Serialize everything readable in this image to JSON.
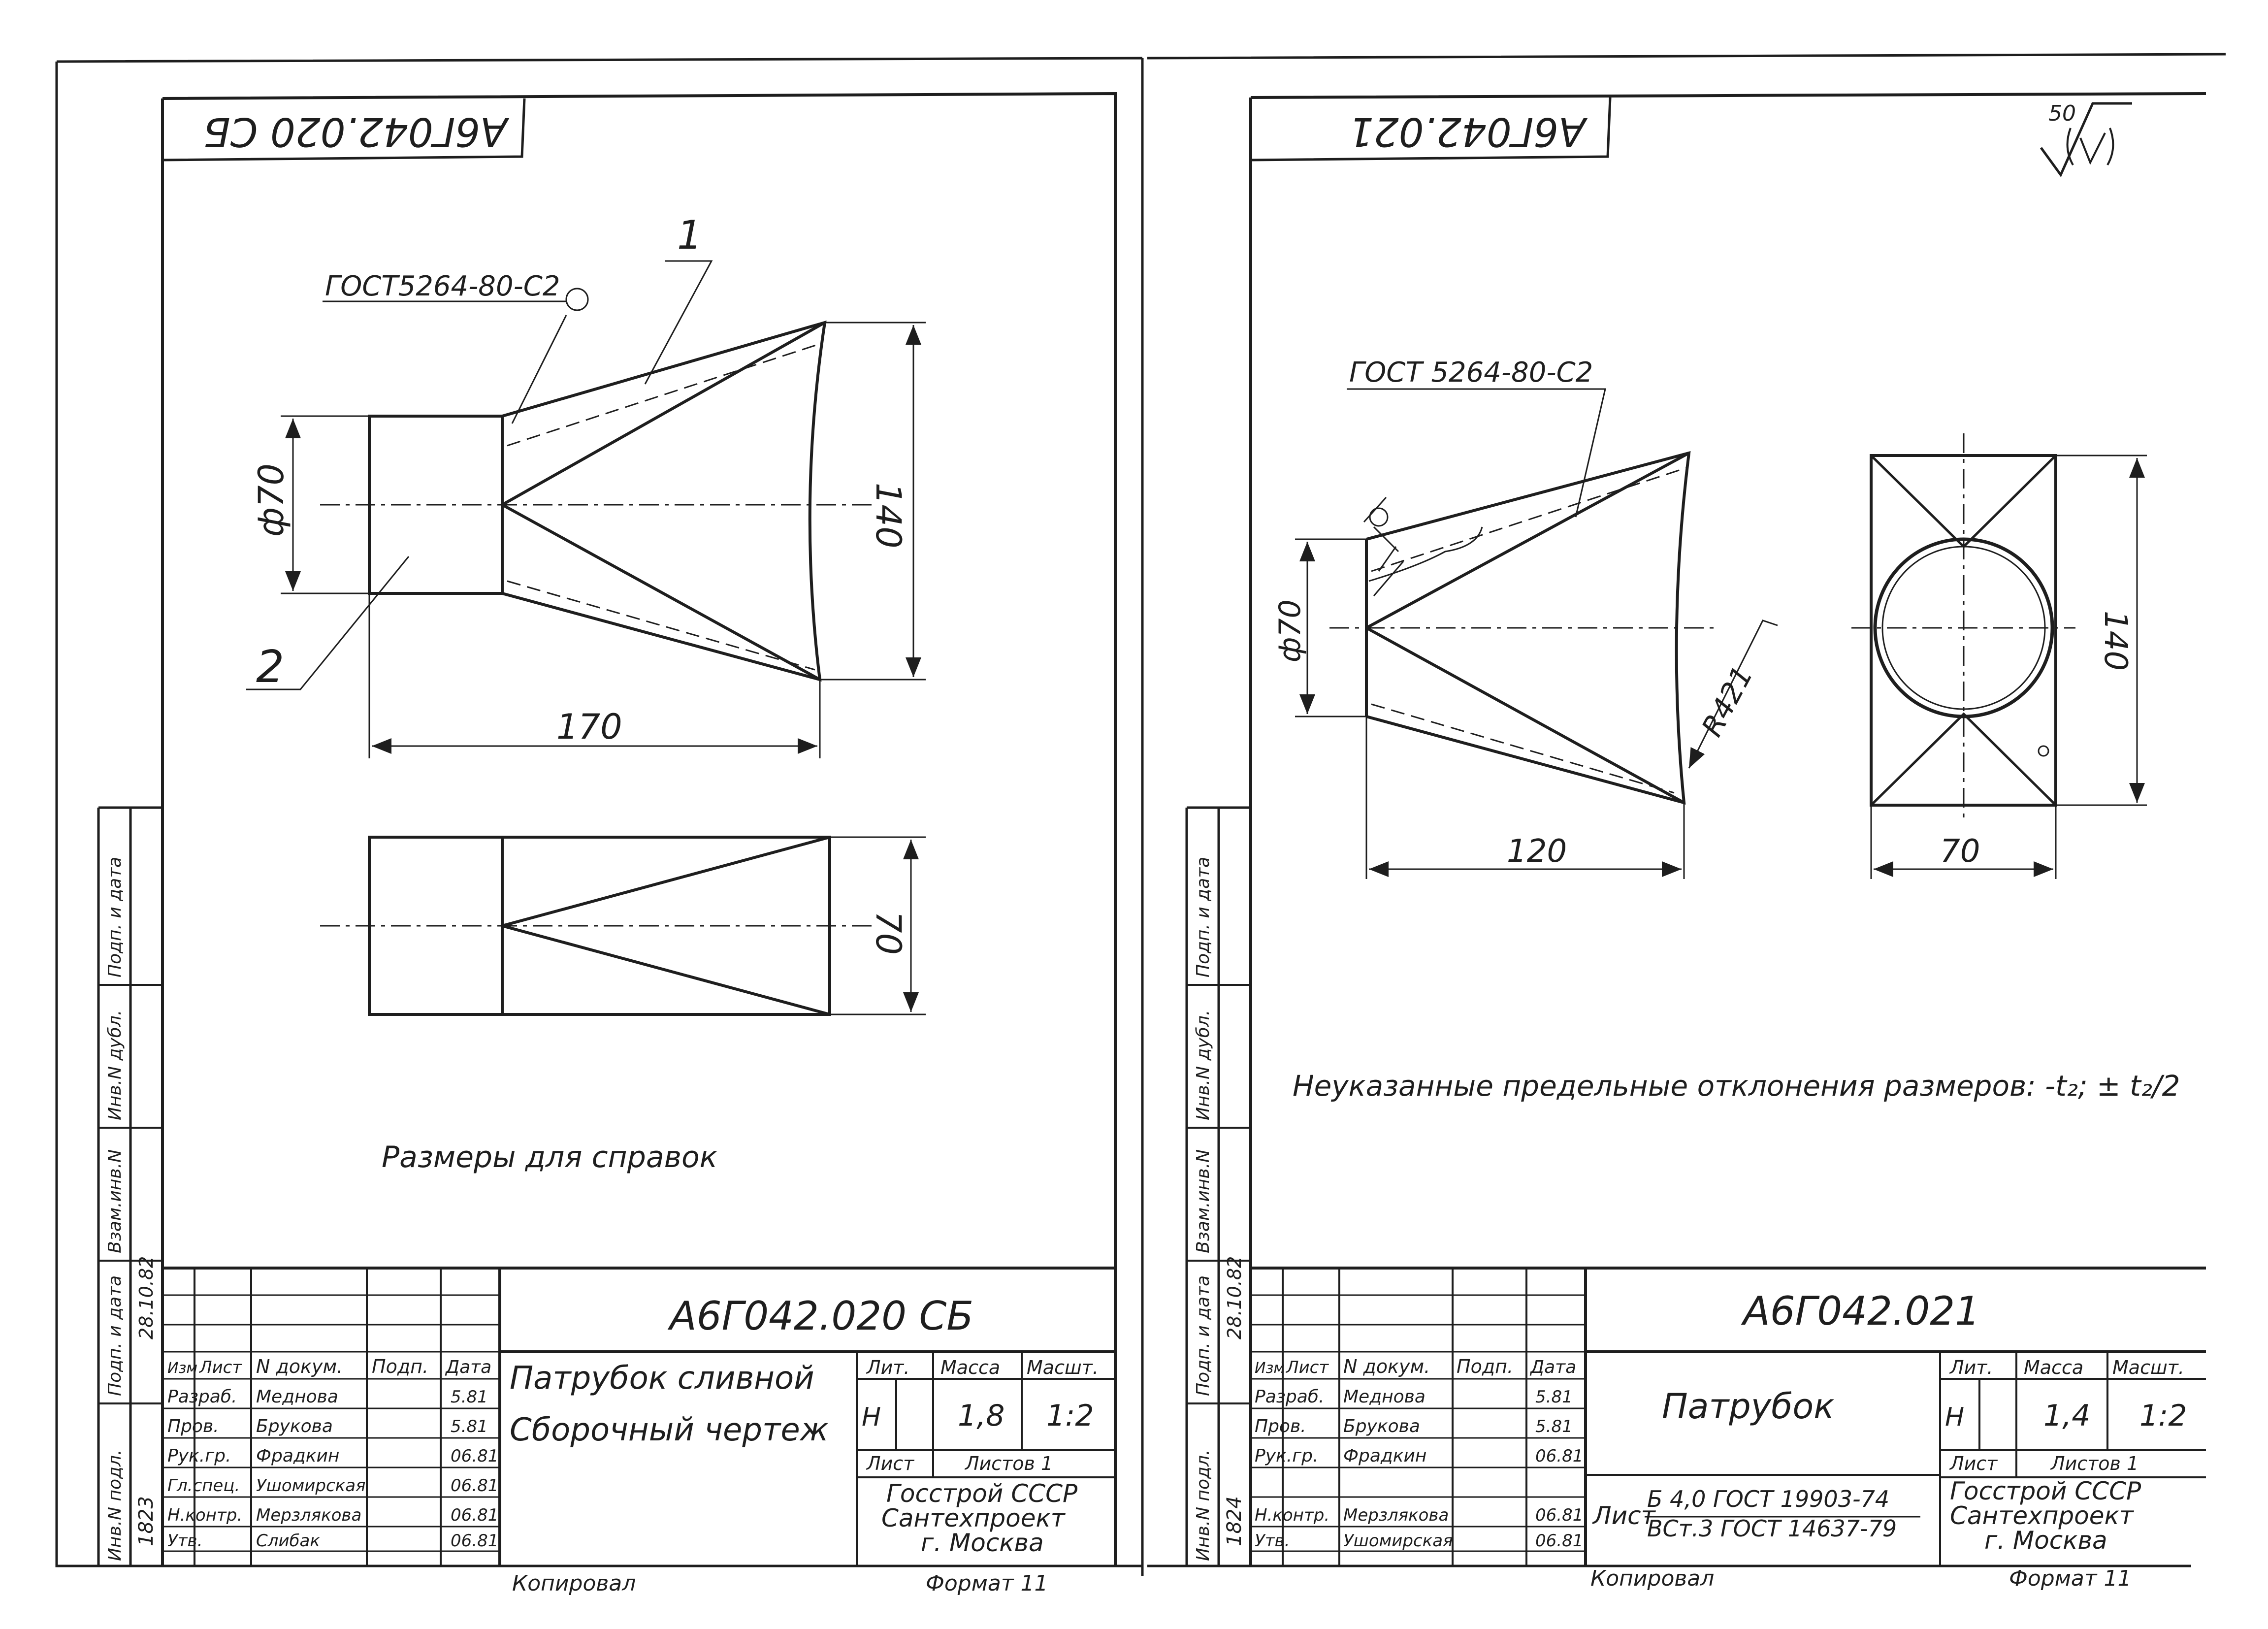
{
  "left_sheet": {
    "code_top": "А6Г042.020 СБ",
    "weld_note": "ГОСТ5264-80-С2",
    "leader_1": "1",
    "leader_2": "2",
    "dim_diameter": "ф70",
    "dim_height": "140",
    "dim_length": "170",
    "dim_width": "70",
    "note": "Размеры для справок",
    "title_block": {
      "code": "А6Г042.020 СБ",
      "name_line1": "Патрубок сливной",
      "name_line2": "Сборочный чертеж",
      "hdr_lit": "Лит.",
      "hdr_mass": "Масса",
      "hdr_scale": "Масшт.",
      "lit_value": "Н",
      "mass": "1,8",
      "scale": "1:2",
      "sheet": "Лист",
      "sheets": "Листов 1",
      "org_line1": "Госстрой СССР",
      "org_line2": "Сантехпроект",
      "org_line3": "г. Москва",
      "col_izm": "Изм",
      "col_list": "Лист",
      "col_doc": "N докум.",
      "col_sign": "Подп.",
      "col_date": "Дата",
      "rows": [
        {
          "role": "Разраб.",
          "name": "Меднова",
          "date": "5.81"
        },
        {
          "role": "Пров.",
          "name": "Брукова",
          "date": "5.81"
        },
        {
          "role": "Рук.гр.",
          "name": "Фрадкин",
          "date": "06.81"
        },
        {
          "role": "Гл.спец.",
          "name": "Ушомирская",
          "date": "06.81"
        },
        {
          "role": "Н.контр.",
          "name": "Мерзлякова",
          "date": "06.81"
        },
        {
          "role": "Утв.",
          "name": "Слибак",
          "date": "06.81"
        }
      ]
    },
    "copied": "Копировал",
    "format": "Формат 11",
    "side_strip": [
      "Инв.N подл.",
      "Подп. и дата",
      "Взам.инв.N",
      "Инв.N дубл.",
      "Подп. и дата"
    ],
    "side_inv": "1823",
    "side_date": "28.10.82"
  },
  "right_sheet": {
    "code_top": "А6Г042.021",
    "roughness": "50",
    "weld_note": "ГОСТ 5264-80-С2",
    "dim_diameter": "ф70",
    "dim_radius": "R421",
    "dim_length": "120",
    "dim_height": "140",
    "dim_width": "70",
    "tolerance_note": "Неуказанные предельные отклонения размеров: -t₂; ± t₂/2",
    "title_block": {
      "code": "А6Г042.021",
      "name": "Патрубок",
      "hdr_lit": "Лит.",
      "hdr_mass": "Масса",
      "hdr_scale": "Масшт.",
      "lit_value": "Н",
      "mass": "1,4",
      "scale": "1:2",
      "sheet": "Лист",
      "sheets": "Листов 1",
      "org_line1": "Госстрой СССР",
      "org_line2": "Сантехпроект",
      "org_line3": "г. Москва",
      "material_label": "Лист",
      "material_line1": "Б 4,0 ГОСТ 19903-74",
      "material_line2": "ВСт.3 ГОСТ 14637-79",
      "col_izm": "Изм",
      "col_list": "Лист",
      "col_doc": "N докум.",
      "col_sign": "Подп.",
      "col_date": "Дата",
      "rows": [
        {
          "role": "Разраб.",
          "name": "Меднова",
          "date": "5.81"
        },
        {
          "role": "Пров.",
          "name": "Брукова",
          "date": "5.81"
        },
        {
          "role": "Рук.гр.",
          "name": "Фрадкин",
          "date": "06.81"
        },
        {
          "role": "Н.контр.",
          "name": "Мерзлякова",
          "date": "06.81"
        },
        {
          "role": "Утв.",
          "name": "Ушомирская",
          "date": "06.81"
        }
      ]
    },
    "copied": "Копировал",
    "format": "Формат 11",
    "side_strip": [
      "Инв.N подл.",
      "Подп. и дата",
      "Взам.инв.N",
      "Инв.N дубл.",
      "Подп. и дата"
    ],
    "side_inv": "1824",
    "side_date": "28.10.82"
  }
}
